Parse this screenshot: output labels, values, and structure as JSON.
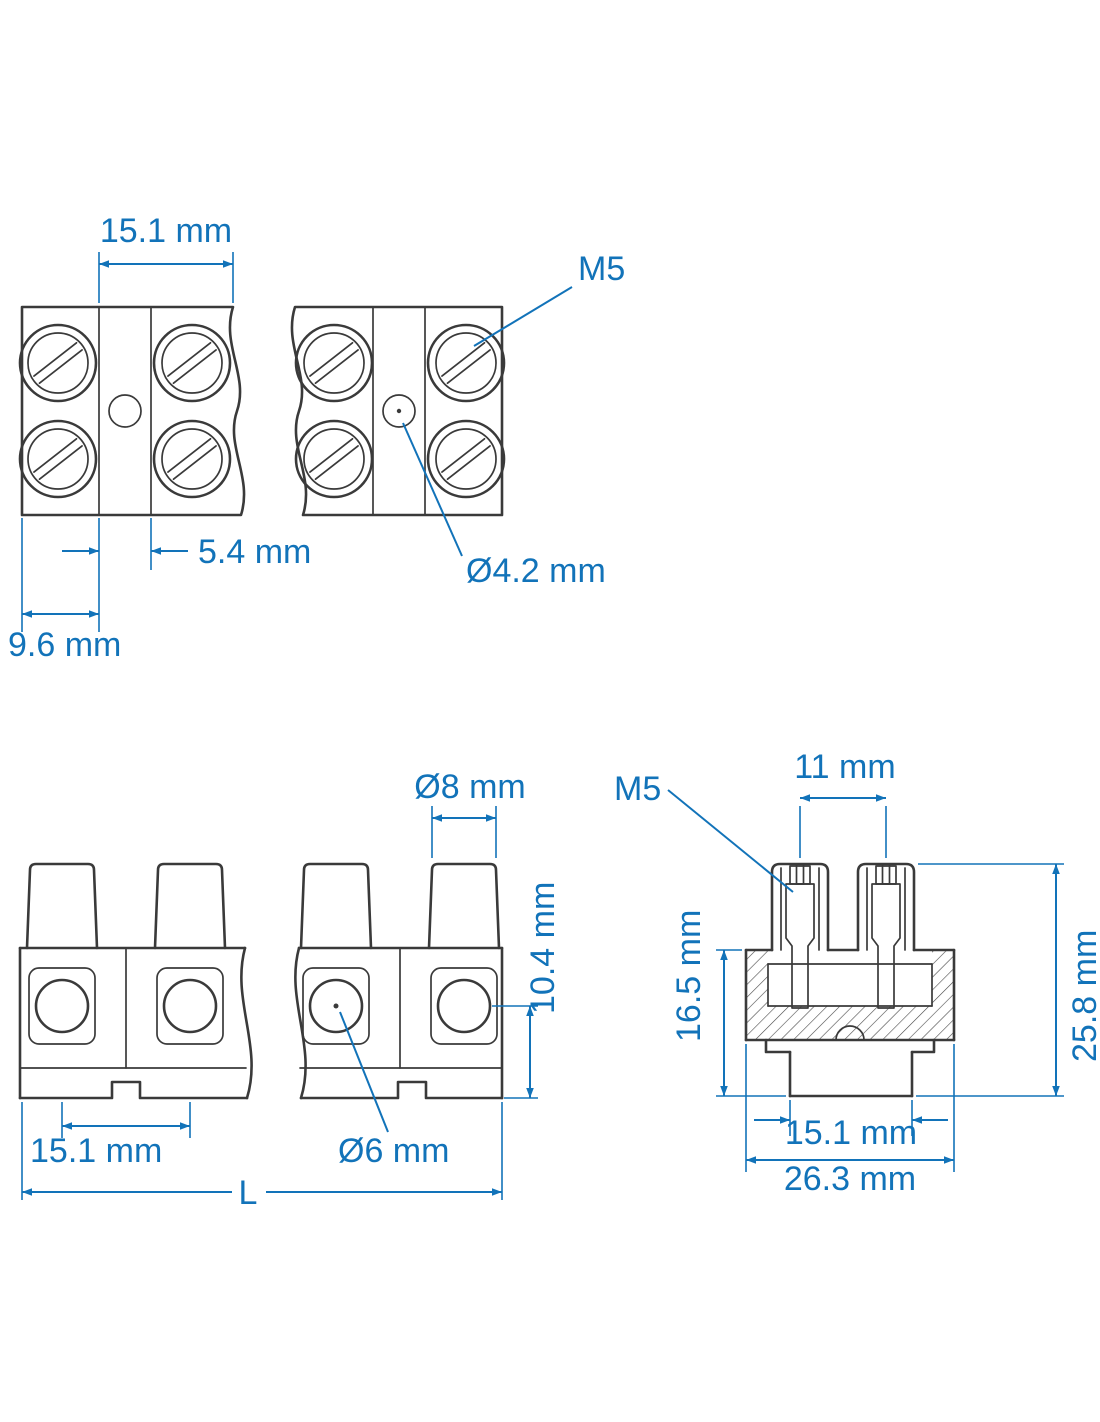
{
  "colors": {
    "dimension_blue": "#1273b9",
    "part_line": "#3a3a3a",
    "background": "#ffffff"
  },
  "top_view": {
    "dim_pitch": "15.1 mm",
    "label_thread": "M5",
    "dim_slot_width": "5.4 mm",
    "dim_mount_hole": "Ø4.2 mm",
    "dim_edge_offset": "9.6 mm"
  },
  "front_view": {
    "dim_entry_dia": "Ø8 mm",
    "dim_center_height": "10.4 mm",
    "dim_pitch": "15.1 mm",
    "dim_wire_dia": "Ø6 mm",
    "dim_length": "L"
  },
  "side_view": {
    "label_thread": "M5",
    "dim_screw_spacing": "11 mm",
    "dim_body_height": "16.5 mm",
    "dim_total_height": "25.8 mm",
    "dim_foot_width": "15.1 mm",
    "dim_depth": "26.3 mm"
  }
}
